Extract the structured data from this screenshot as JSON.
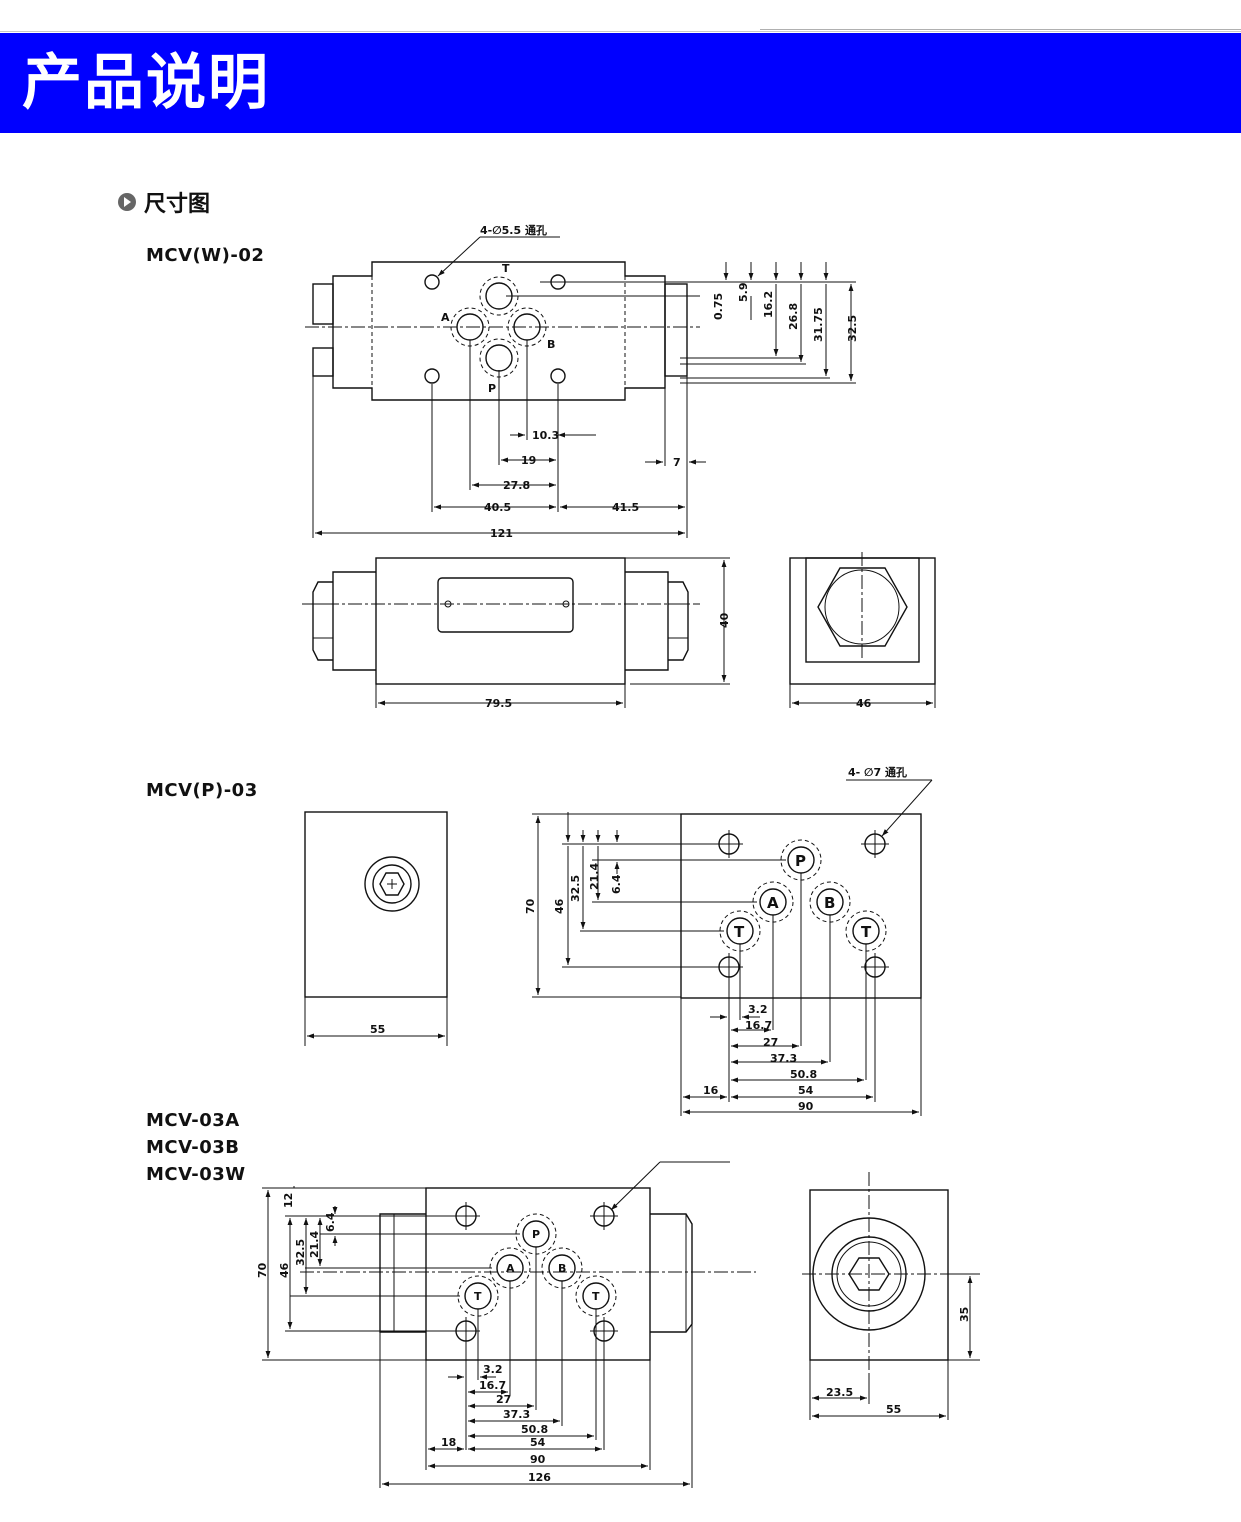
{
  "banner": {
    "title": "产品说明"
  },
  "section": {
    "title": "尺寸图"
  },
  "models": {
    "m1": "MCV(W)-02",
    "m2": "MCV(P)-03",
    "m3a": "MCV-03A",
    "m3b": "MCV-03B",
    "m3w": "MCV-03W"
  },
  "annotations": {
    "hole_02": "4-∅5.5 通孔",
    "hole_03": "4- ∅7 通孔"
  },
  "ports": {
    "p": "P",
    "a": "A",
    "b": "B",
    "t": "T"
  },
  "dims02": {
    "d0_75": "0.75",
    "d5_9": "5.9",
    "d16_2": "16.2",
    "d26_8": "26.8",
    "d31_75": "31.75",
    "d32_5": "32.5",
    "d10_3": "10.3",
    "d19": "19",
    "d27_8": "27.8",
    "d40_5": "40.5",
    "d41_5": "41.5",
    "d7": "7",
    "d121": "121",
    "d40": "40",
    "d79_5": "79.5",
    "d46": "46"
  },
  "dims03": {
    "d55": "55",
    "d70": "70",
    "d46": "46",
    "d32_5": "32.5",
    "d21_4": "21.4",
    "d6_4": "6.4",
    "d3_2": "3.2",
    "d16_7": "16.7",
    "d27": "27",
    "d37_3": "37.3",
    "d50_8": "50.8",
    "d54": "54",
    "d16": "16",
    "d90": "90"
  },
  "dims03w": {
    "d12": "12",
    "d6_4": "6.4",
    "d21_4": "21.4",
    "d32_5": "32.5",
    "d46": "46",
    "d70": "70",
    "d3_2": "3.2",
    "d16_7": "16.7",
    "d27": "27",
    "d37_3": "37.3",
    "d50_8": "50.8",
    "d54": "54",
    "d18": "18",
    "d90": "90",
    "d126": "126",
    "d35": "35",
    "d23_5": "23.5",
    "d55": "55"
  }
}
